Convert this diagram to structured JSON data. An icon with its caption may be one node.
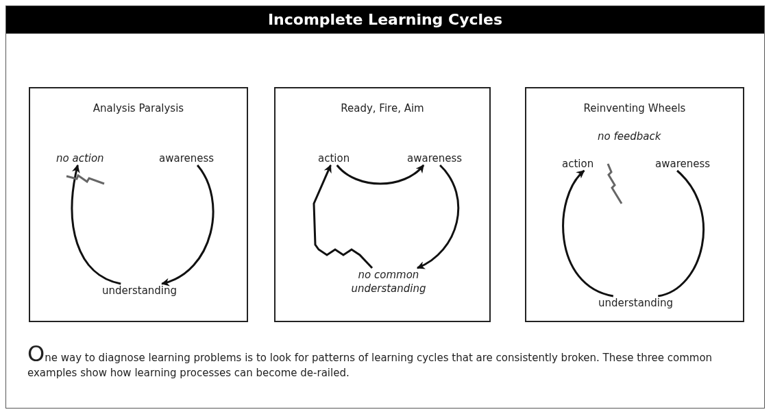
{
  "diagram": {
    "title": "Incomplete Learning Cycles",
    "caption": "One way to diagnose learning problems is to look for patterns of learning cycles that are consistently broken. These three common examples show how learning processes can become de-railed.",
    "nodes": [
      {
        "text": [
          "Analysis Paralysis"
        ]
      },
      {
        "text": [
          "no action"
        ],
        "in": 0
      },
      {
        "text": [
          "awareness"
        ],
        "in": 0
      },
      {
        "text": [
          "understanding"
        ],
        "in": 0
      },
      {
        "text": [
          "Ready, Fire, Aim"
        ]
      },
      {
        "text": [
          "action"
        ],
        "in": 4
      },
      {
        "text": [
          "awareness"
        ],
        "in": 4
      },
      {
        "text": [
          "no common understanding"
        ],
        "in": 4
      },
      {
        "text": [
          "Reinventing Wheels"
        ]
      },
      {
        "text": [
          "no feedback"
        ],
        "in": 8
      },
      {
        "text": [
          "action"
        ],
        "in": 8
      },
      {
        "text": [
          "awareness"
        ],
        "in": 8
      },
      {
        "text": [
          "understanding"
        ],
        "in": 8
      }
    ],
    "edges": [
      {
        "from": 2,
        "to": 3,
        "arrow": "to"
      },
      {
        "from": 3,
        "to": 1,
        "arrow": "to"
      },
      {
        "from": 5,
        "to": 6,
        "arrow": "to"
      },
      {
        "from": 6,
        "to": 7,
        "arrow": "to"
      },
      {
        "from": 7,
        "to": 5,
        "arrow": "to"
      },
      {
        "from": 11,
        "to": 12,
        "arrow": "none"
      },
      {
        "from": 12,
        "to": 10,
        "arrow": "to"
      }
    ]
  }
}
